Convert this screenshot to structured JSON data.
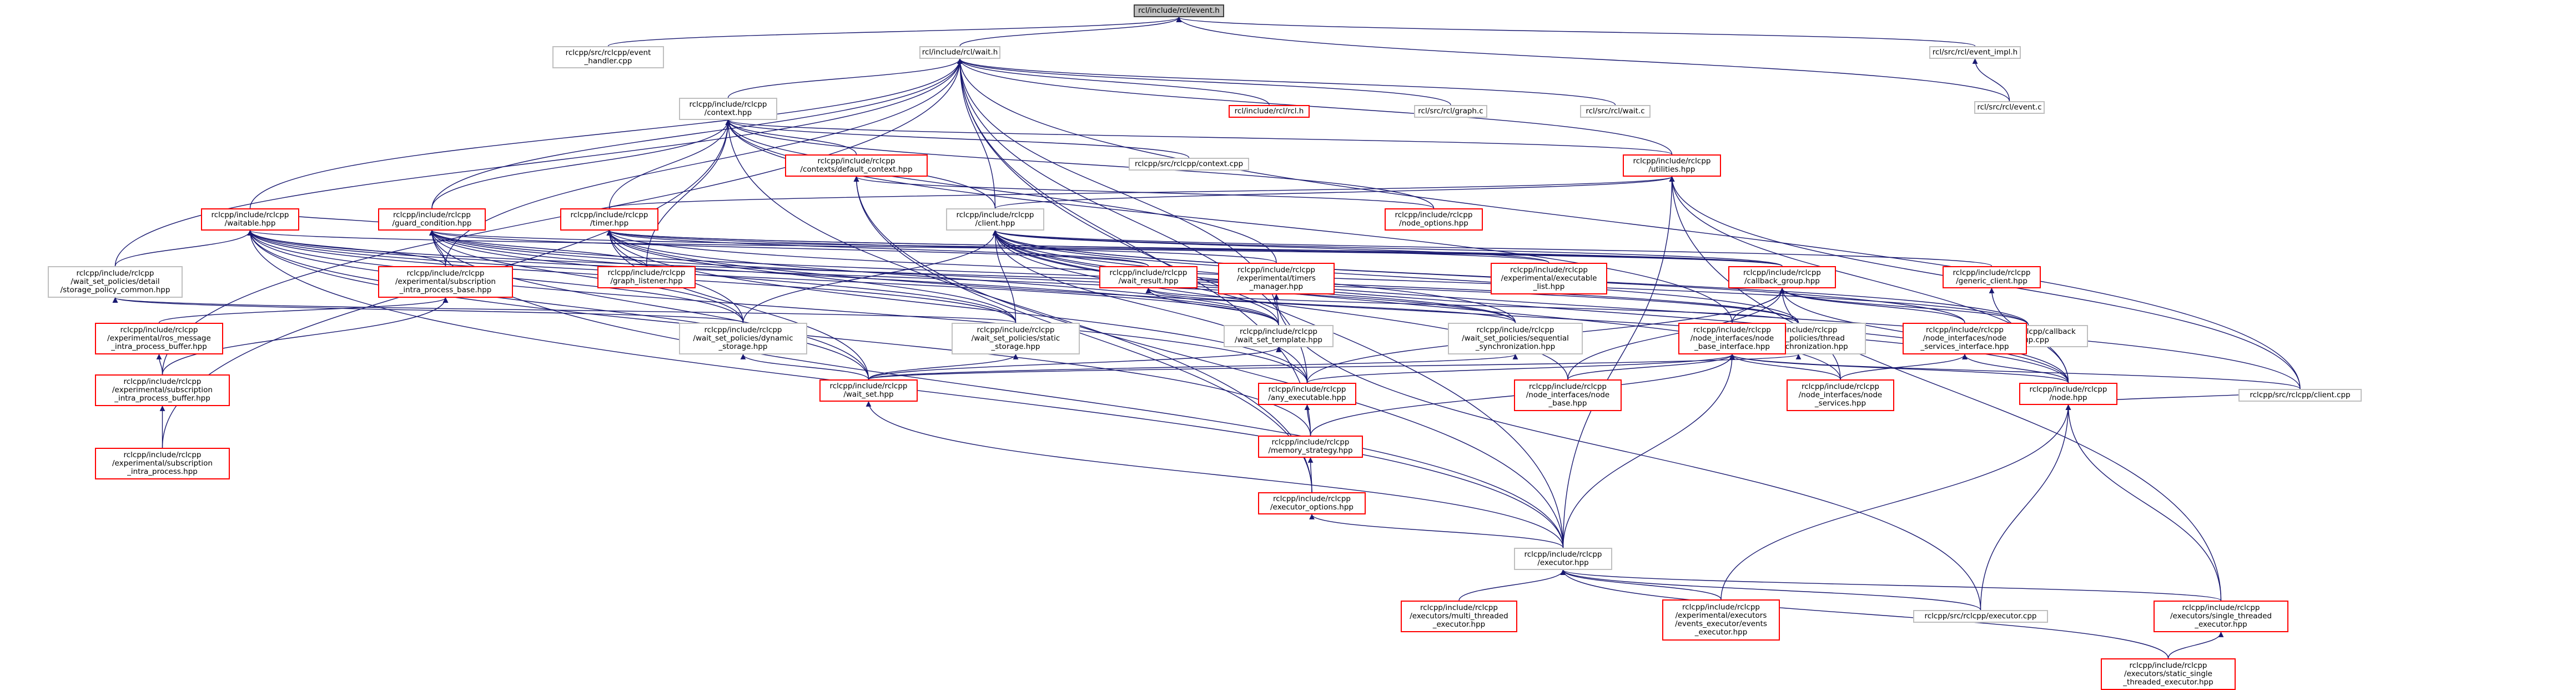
{
  "nodes": {
    "root": {
      "label": "rcl/include/rcl/event.h",
      "kind": "root"
    },
    "wait_h": {
      "label": "rcl/include/rcl/wait.h",
      "kind": "black"
    },
    "event_handler_cpp": {
      "label": "rclcpp/src/rclcpp/event\n_handler.cpp",
      "kind": "black"
    },
    "event_impl_h": {
      "label": "rcl/src/rcl/event_impl.h",
      "kind": "black"
    },
    "event_c": {
      "label": "rcl/src/rcl/event.c",
      "kind": "black"
    },
    "rcl_h": {
      "label": "rcl/include/rcl/rcl.h",
      "kind": "red"
    },
    "graph_c": {
      "label": "rcl/src/rcl/graph.c",
      "kind": "black"
    },
    "wait_c": {
      "label": "rcl/src/rcl/wait.c",
      "kind": "black"
    },
    "context_hpp": {
      "label": "rclcpp/include/rclcpp\n/context.hpp",
      "kind": "black"
    },
    "utilities_hpp": {
      "label": "rclcpp/include/rclcpp\n/utilities.hpp",
      "kind": "red"
    },
    "context_cpp": {
      "label": "rclcpp/src/rclcpp/context.cpp",
      "kind": "black"
    },
    "default_context_hpp": {
      "label": "rclcpp/include/rclcpp\n/contexts/default_context.hpp",
      "kind": "red"
    },
    "guard_condition_hpp": {
      "label": "rclcpp/include/rclcpp\n/guard_condition.hpp",
      "kind": "red"
    },
    "waitable_hpp": {
      "label": "rclcpp/include/rclcpp\n/waitable.hpp",
      "kind": "red"
    },
    "node_options_hpp": {
      "label": "rclcpp/include/rclcpp\n/node_options.hpp",
      "kind": "red"
    },
    "timer_hpp": {
      "label": "rclcpp/include/rclcpp\n/timer.hpp",
      "kind": "red"
    },
    "client_hpp": {
      "label": "rclcpp/include/rclcpp\n/client.hpp",
      "kind": "black"
    },
    "wait_set_policies_detail": {
      "label": "rclcpp/include/rclcpp\n/wait_set_policies/detail\n/storage_policy_common.hpp",
      "kind": "black"
    },
    "subscription_intra_process_base": {
      "label": "rclcpp/include/rclcpp\n/experimental/subscription\n_intra_process_base.hpp",
      "kind": "red"
    },
    "graph_listener_hpp": {
      "label": "rclcpp/include/rclcpp\n/graph_listener.hpp",
      "kind": "red"
    },
    "wait_result_hpp": {
      "label": "rclcpp/include/rclcpp\n/wait_result.hpp",
      "kind": "red"
    },
    "timers_manager_hpp": {
      "label": "rclcpp/include/rclcpp\n/experimental/timers\n_manager.hpp",
      "kind": "red"
    },
    "executable_list_hpp": {
      "label": "rclcpp/include/rclcpp\n/experimental/executable\n_list.hpp",
      "kind": "red"
    },
    "callback_group_hpp": {
      "label": "rclcpp/include/rclcpp\n/callback_group.hpp",
      "kind": "red"
    },
    "generic_client_hpp": {
      "label": "rclcpp/include/rclcpp\n/generic_client.hpp",
      "kind": "red"
    },
    "ros_message_intra_process_buffer": {
      "label": "rclcpp/include/rclcpp\n/experimental/ros_message\n_intra_process_buffer.hpp",
      "kind": "red"
    },
    "dynamic_storage_hpp": {
      "label": "rclcpp/include/rclcpp\n/wait_set_policies/dynamic\n_storage.hpp",
      "kind": "black"
    },
    "static_storage_hpp": {
      "label": "rclcpp/include/rclcpp\n/wait_set_policies/static\n_storage.hpp",
      "kind": "black"
    },
    "wait_set_template_hpp": {
      "label": "rclcpp/include/rclcpp\n/wait_set_template.hpp",
      "kind": "black"
    },
    "sequential_sync_hpp": {
      "label": "rclcpp/include/rclcpp\n/wait_set_policies/sequential\n_synchronization.hpp",
      "kind": "black"
    },
    "thread_safe_sync_hpp": {
      "label": "rclcpp/include/rclcpp\n/wait_set_policies/thread\n_safe_synchronization.hpp",
      "kind": "black"
    },
    "callback_group_cpp": {
      "label": "rclcpp/src/rclcpp/callback\n_group.cpp",
      "kind": "black"
    },
    "node_base_interface_hpp": {
      "label": "rclcpp/include/rclcpp\n/node_interfaces/node\n_base_interface.hpp",
      "kind": "red"
    },
    "node_services_interface_hpp": {
      "label": "rclcpp/include/rclcpp\n/node_interfaces/node\n_services_interface.hpp",
      "kind": "red"
    },
    "intra_process_buffer_hpp": {
      "label": "rclcpp/include/rclcpp\n/experimental/subscription\n_intra_process_buffer.hpp",
      "kind": "red"
    },
    "wait_set_hpp": {
      "label": "rclcpp/include/rclcpp\n/wait_set.hpp",
      "kind": "red"
    },
    "any_executable_hpp": {
      "label": "rclcpp/include/rclcpp\n/any_executable.hpp",
      "kind": "red"
    },
    "node_base_hpp": {
      "label": "rclcpp/include/rclcpp\n/node_interfaces/node\n_base.hpp",
      "kind": "red"
    },
    "node_services_hpp": {
      "label": "rclcpp/include/rclcpp\n/node_interfaces/node\n_services.hpp",
      "kind": "red"
    },
    "node_hpp": {
      "label": "rclcpp/include/rclcpp\n/node.hpp",
      "kind": "red"
    },
    "client_cpp": {
      "label": "rclcpp/src/rclcpp/client.cpp",
      "kind": "black"
    },
    "intra_process_hpp": {
      "label": "rclcpp/include/rclcpp\n/experimental/subscription\n_intra_process.hpp",
      "kind": "red"
    },
    "memory_strategy_hpp": {
      "label": "rclcpp/include/rclcpp\n/memory_strategy.hpp",
      "kind": "red"
    },
    "executor_options_hpp": {
      "label": "rclcpp/include/rclcpp\n/executor_options.hpp",
      "kind": "red"
    },
    "executor_hpp": {
      "label": "rclcpp/include/rclcpp\n/executor.hpp",
      "kind": "black"
    },
    "multi_threaded_executor_hpp": {
      "label": "rclcpp/include/rclcpp\n/executors/multi_threaded\n_executor.hpp",
      "kind": "red"
    },
    "events_executor_hpp": {
      "label": "rclcpp/include/rclcpp\n/experimental/executors\n/events_executor/events\n_executor.hpp",
      "kind": "red"
    },
    "executor_cpp": {
      "label": "rclcpp/src/rclcpp/executor.cpp",
      "kind": "black"
    },
    "single_threaded_executor_hpp": {
      "label": "rclcpp/include/rclcpp\n/executors/single_threaded\n_executor.hpp",
      "kind": "red"
    },
    "static_single_threaded_executor_hpp": {
      "label": "rclcpp/include/rclcpp\n/executors/static_single\n_threaded_executor.hpp",
      "kind": "red"
    }
  },
  "edges": [
    [
      "event_handler_cpp",
      "root"
    ],
    [
      "wait_h",
      "root"
    ],
    [
      "event_impl_h",
      "root"
    ],
    [
      "event_c",
      "root"
    ],
    [
      "event_c",
      "event_impl_h"
    ],
    [
      "rcl_h",
      "wait_h"
    ],
    [
      "graph_c",
      "wait_h"
    ],
    [
      "wait_c",
      "wait_h"
    ],
    [
      "context_hpp",
      "wait_h"
    ],
    [
      "utilities_hpp",
      "wait_h"
    ],
    [
      "guard_condition_hpp",
      "wait_h"
    ],
    [
      "waitable_hpp",
      "wait_h"
    ],
    [
      "client_hpp",
      "wait_h"
    ],
    [
      "wait_set_policies_detail",
      "wait_h"
    ],
    [
      "subscription_intra_process_base",
      "wait_h"
    ],
    [
      "wait_set_template_hpp",
      "wait_h"
    ],
    [
      "any_executable_hpp",
      "wait_h"
    ],
    [
      "intra_process_buffer_hpp",
      "wait_h"
    ],
    [
      "executor_hpp",
      "wait_h"
    ],
    [
      "client_cpp",
      "wait_h"
    ],
    [
      "memory_strategy_hpp",
      "wait_h"
    ],
    [
      "context_cpp",
      "context_hpp"
    ],
    [
      "default_context_hpp",
      "context_hpp"
    ],
    [
      "utilities_hpp",
      "context_hpp"
    ],
    [
      "guard_condition_hpp",
      "context_hpp"
    ],
    [
      "node_options_hpp",
      "context_hpp"
    ],
    [
      "timer_hpp",
      "context_hpp"
    ],
    [
      "client_hpp",
      "context_hpp"
    ],
    [
      "graph_listener_hpp",
      "context_hpp"
    ],
    [
      "intra_process_hpp",
      "context_hpp"
    ],
    [
      "executor_options_hpp",
      "context_hpp"
    ],
    [
      "node_base_interface_hpp",
      "context_hpp"
    ],
    [
      "timers_manager_hpp",
      "context_hpp"
    ],
    [
      "executor_hpp",
      "default_context_hpp"
    ],
    [
      "executor_options_hpp",
      "default_context_hpp"
    ],
    [
      "node_options_hpp",
      "default_context_hpp"
    ],
    [
      "timer_hpp",
      "utilities_hpp"
    ],
    [
      "client_hpp",
      "utilities_hpp"
    ],
    [
      "executor_hpp",
      "utilities_hpp"
    ],
    [
      "client_cpp",
      "utilities_hpp"
    ],
    [
      "single_threaded_executor_hpp",
      "utilities_hpp"
    ],
    [
      "node_hpp",
      "utilities_hpp"
    ],
    [
      "waitable_hpp",
      "guard_condition_hpp"
    ],
    [
      "wait_result_hpp",
      "guard_condition_hpp"
    ],
    [
      "callback_group_hpp",
      "guard_condition_hpp"
    ],
    [
      "dynamic_storage_hpp",
      "guard_condition_hpp"
    ],
    [
      "static_storage_hpp",
      "guard_condition_hpp"
    ],
    [
      "wait_set_template_hpp",
      "guard_condition_hpp"
    ],
    [
      "sequential_sync_hpp",
      "guard_condition_hpp"
    ],
    [
      "thread_safe_sync_hpp",
      "guard_condition_hpp"
    ],
    [
      "graph_listener_hpp",
      "guard_condition_hpp"
    ],
    [
      "subscription_intra_process_base",
      "guard_condition_hpp"
    ],
    [
      "executor_hpp",
      "guard_condition_hpp"
    ],
    [
      "wait_set_hpp",
      "guard_condition_hpp"
    ],
    [
      "wait_set_policies_detail",
      "waitable_hpp"
    ],
    [
      "subscription_intra_process_base",
      "waitable_hpp"
    ],
    [
      "callback_group_hpp",
      "waitable_hpp"
    ],
    [
      "dynamic_storage_hpp",
      "waitable_hpp"
    ],
    [
      "static_storage_hpp",
      "waitable_hpp"
    ],
    [
      "wait_set_template_hpp",
      "waitable_hpp"
    ],
    [
      "sequential_sync_hpp",
      "waitable_hpp"
    ],
    [
      "thread_safe_sync_hpp",
      "waitable_hpp"
    ],
    [
      "any_executable_hpp",
      "waitable_hpp"
    ],
    [
      "memory_strategy_hpp",
      "waitable_hpp"
    ],
    [
      "executor_hpp",
      "waitable_hpp"
    ],
    [
      "wait_set_hpp",
      "waitable_hpp"
    ],
    [
      "wait_result_hpp",
      "timer_hpp"
    ],
    [
      "timers_manager_hpp",
      "timer_hpp"
    ],
    [
      "executable_list_hpp",
      "timer_hpp"
    ],
    [
      "callback_group_hpp",
      "timer_hpp"
    ],
    [
      "dynamic_storage_hpp",
      "timer_hpp"
    ],
    [
      "static_storage_hpp",
      "timer_hpp"
    ],
    [
      "wait_set_template_hpp",
      "timer_hpp"
    ],
    [
      "callback_group_cpp",
      "timer_hpp"
    ],
    [
      "any_executable_hpp",
      "timer_hpp"
    ],
    [
      "node_hpp",
      "timer_hpp"
    ],
    [
      "wait_set_hpp",
      "timer_hpp"
    ],
    [
      "generic_client_hpp",
      "client_hpp"
    ],
    [
      "callback_group_hpp",
      "client_hpp"
    ],
    [
      "node_services_interface_hpp",
      "client_hpp"
    ],
    [
      "dynamic_storage_hpp",
      "client_hpp"
    ],
    [
      "static_storage_hpp",
      "client_hpp"
    ],
    [
      "wait_set_template_hpp",
      "client_hpp"
    ],
    [
      "sequential_sync_hpp",
      "client_hpp"
    ],
    [
      "thread_safe_sync_hpp",
      "client_hpp"
    ],
    [
      "callback_group_cpp",
      "client_hpp"
    ],
    [
      "client_cpp",
      "client_hpp"
    ],
    [
      "node_hpp",
      "client_hpp"
    ],
    [
      "any_executable_hpp",
      "client_hpp"
    ],
    [
      "node_services_hpp",
      "client_hpp"
    ],
    [
      "executable_list_hpp",
      "client_hpp"
    ],
    [
      "node_base_hpp",
      "client_hpp"
    ],
    [
      "dynamic_storage_hpp",
      "wait_set_policies_detail"
    ],
    [
      "static_storage_hpp",
      "wait_set_policies_detail"
    ],
    [
      "ros_message_intra_process_buffer",
      "subscription_intra_process_base"
    ],
    [
      "intra_process_buffer_hpp",
      "subscription_intra_process_base"
    ],
    [
      "intra_process_buffer_hpp",
      "ros_message_intra_process_buffer"
    ],
    [
      "intra_process_hpp",
      "intra_process_buffer_hpp"
    ],
    [
      "wait_set_hpp",
      "dynamic_storage_hpp"
    ],
    [
      "wait_set_hpp",
      "static_storage_hpp"
    ],
    [
      "wait_set_hpp",
      "wait_set_template_hpp"
    ],
    [
      "wait_set_hpp",
      "sequential_sync_hpp"
    ],
    [
      "wait_set_hpp",
      "thread_safe_sync_hpp"
    ],
    [
      "wait_set_template_hpp",
      "wait_result_hpp"
    ],
    [
      "sequential_sync_hpp",
      "wait_result_hpp"
    ],
    [
      "thread_safe_sync_hpp",
      "wait_result_hpp"
    ],
    [
      "executor_cpp",
      "timers_manager_hpp"
    ],
    [
      "callback_group_cpp",
      "callback_group_hpp"
    ],
    [
      "node_base_interface_hpp",
      "callback_group_hpp"
    ],
    [
      "node_services_interface_hpp",
      "callback_group_hpp"
    ],
    [
      "any_executable_hpp",
      "callback_group_hpp"
    ],
    [
      "node_base_hpp",
      "callback_group_hpp"
    ],
    [
      "node_services_hpp",
      "callback_group_hpp"
    ],
    [
      "node_hpp",
      "callback_group_hpp"
    ],
    [
      "node_hpp",
      "generic_client_hpp"
    ],
    [
      "any_executable_hpp",
      "node_base_interface_hpp"
    ],
    [
      "node_base_hpp",
      "node_base_interface_hpp"
    ],
    [
      "node_services_hpp",
      "node_base_interface_hpp"
    ],
    [
      "node_hpp",
      "node_base_interface_hpp"
    ],
    [
      "client_cpp",
      "node_base_interface_hpp"
    ],
    [
      "memory_strategy_hpp",
      "node_base_interface_hpp"
    ],
    [
      "executor_hpp",
      "node_base_interface_hpp"
    ],
    [
      "node_services_hpp",
      "node_services_interface_hpp"
    ],
    [
      "node_hpp",
      "node_services_interface_hpp"
    ],
    [
      "memory_strategy_hpp",
      "any_executable_hpp"
    ],
    [
      "executor_options_hpp",
      "memory_strategy_hpp"
    ],
    [
      "executor_hpp",
      "executor_options_hpp"
    ],
    [
      "executor_hpp",
      "wait_set_hpp"
    ],
    [
      "multi_threaded_executor_hpp",
      "executor_hpp"
    ],
    [
      "events_executor_hpp",
      "executor_hpp"
    ],
    [
      "executor_cpp",
      "executor_hpp"
    ],
    [
      "single_threaded_executor_hpp",
      "executor_hpp"
    ],
    [
      "static_single_threaded_executor_hpp",
      "executor_hpp"
    ],
    [
      "events_executor_hpp",
      "node_hpp"
    ],
    [
      "executor_cpp",
      "node_hpp"
    ],
    [
      "single_threaded_executor_hpp",
      "node_hpp"
    ],
    [
      "static_single_threaded_executor_hpp",
      "single_threaded_executor_hpp"
    ],
    [
      "client_cpp",
      "node_hpp"
    ]
  ]
}
